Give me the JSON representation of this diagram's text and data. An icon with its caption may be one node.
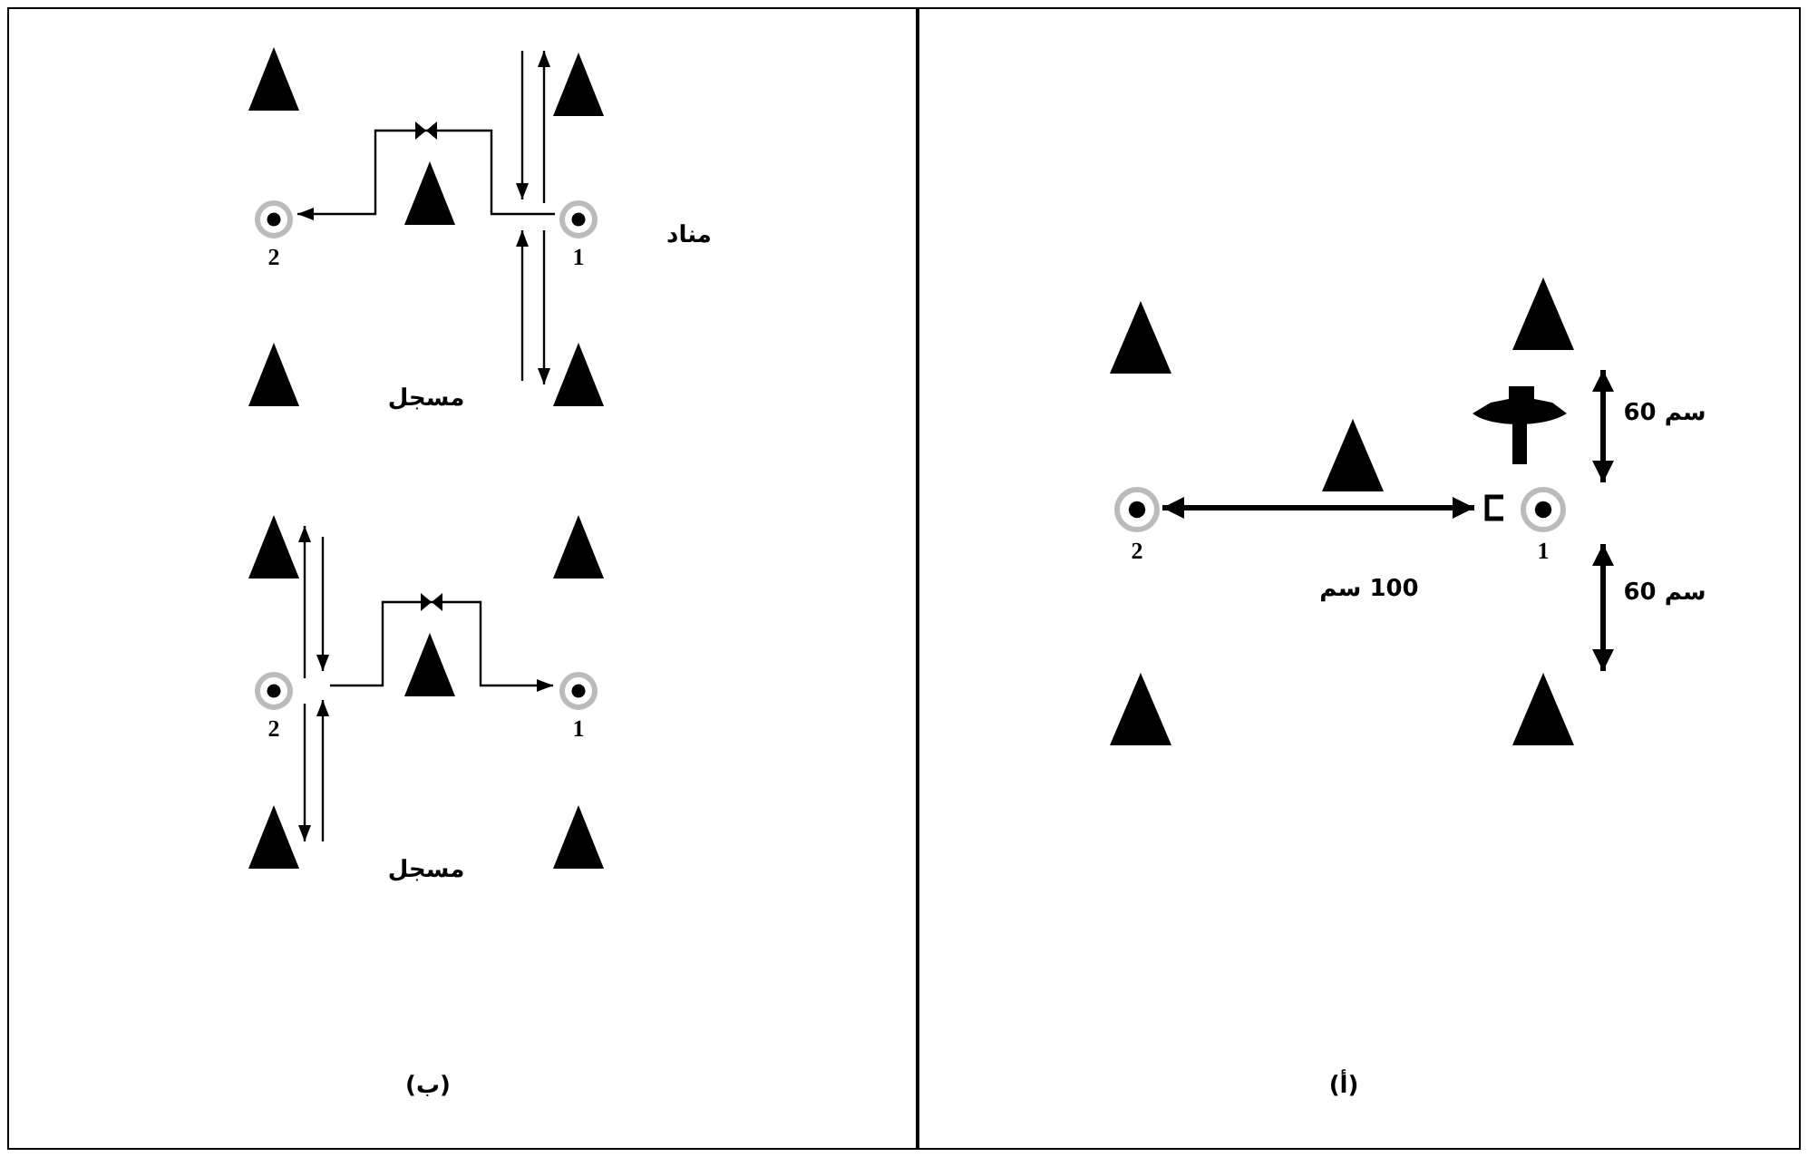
{
  "diagram": {
    "nodes": [
      {
        "text": [
          "(ب)"
        ]
      },
      {
        "text": [],
        "shape": "triangle",
        "in": 0
      },
      {
        "text": [],
        "shape": "triangle",
        "in": 0
      },
      {
        "text": [],
        "shape": "triangle",
        "in": 0
      },
      {
        "text": [
          "2"
        ],
        "in": 0
      },
      {
        "text": [
          "1"
        ],
        "in": 0
      },
      {
        "text": [],
        "shape": "triangle",
        "in": 0
      },
      {
        "text": [],
        "shape": "triangle",
        "in": 0
      },
      {
        "text": [],
        "shape": "triangle",
        "in": 0
      },
      {
        "text": [],
        "shape": "triangle",
        "in": 0
      },
      {
        "text": [],
        "shape": "triangle",
        "in": 0
      },
      {
        "text": [
          "2"
        ],
        "in": 0
      },
      {
        "text": [
          "1"
        ],
        "in": 0
      },
      {
        "text": [],
        "shape": "triangle",
        "in": 0
      },
      {
        "text": [],
        "shape": "triangle",
        "in": 0
      },
      {
        "text": [
          "(أ)"
        ]
      },
      {
        "text": [],
        "shape": "triangle",
        "in": 15
      },
      {
        "text": [],
        "shape": "triangle",
        "in": 15
      },
      {
        "text": [],
        "shape": "triangle",
        "in": 15
      },
      {
        "text": [
          "2"
        ],
        "in": 15
      },
      {
        "text": [
          "1"
        ],
        "in": 15
      },
      {
        "text": [],
        "shape": "triangle",
        "in": 15
      },
      {
        "text": [],
        "shape": "triangle",
        "in": 15
      }
    ],
    "edges": [
      {
        "from": 5,
        "to": 4,
        "arrow": "to"
      },
      {
        "from": 5,
        "to": 2,
        "arrow": "to"
      },
      {
        "from": 2,
        "to": 5,
        "arrow": "to"
      },
      {
        "from": 7,
        "to": 5,
        "arrow": "to"
      },
      {
        "from": 5,
        "to": 7,
        "arrow": "to"
      },
      {
        "from": 11,
        "to": 12,
        "arrow": "to"
      },
      {
        "from": 11,
        "to": 8,
        "arrow": "to"
      },
      {
        "from": 8,
        "to": 11,
        "arrow": "to"
      },
      {
        "from": 11,
        "to": 13,
        "arrow": "to"
      },
      {
        "from": 13,
        "to": 11,
        "arrow": "to"
      },
      {
        "from": 19,
        "to": 20,
        "arrow": "both",
        "label": "100 سم",
        "style": "thick"
      },
      {
        "from": 17,
        "to": 20,
        "arrow": "both",
        "label": "60 سم",
        "style": "thick"
      },
      {
        "from": 20,
        "to": 22,
        "arrow": "both",
        "label": "60 سم",
        "style": "thick"
      }
    ],
    "labels": [
      "مناد",
      "مسجل",
      "مسجل"
    ]
  }
}
